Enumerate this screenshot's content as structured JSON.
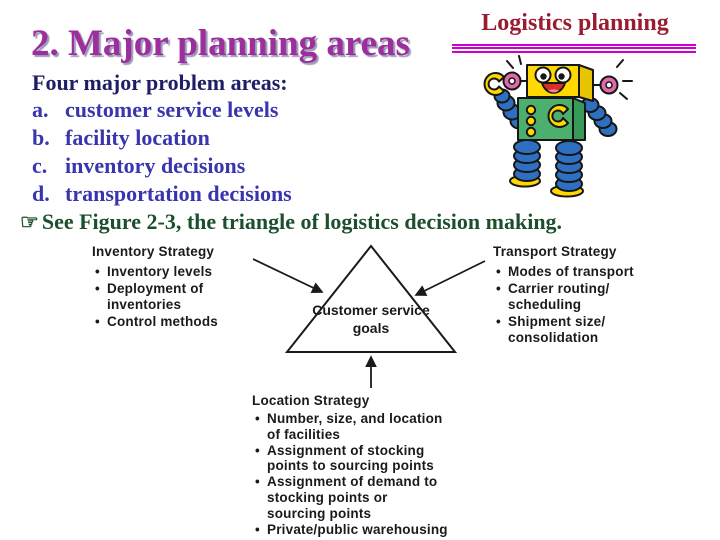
{
  "slide": {
    "title": "2. Major planning areas",
    "corner_title": "Logistics planning"
  },
  "intro": {
    "heading": "Four major problem areas:",
    "items": [
      {
        "label": "a.",
        "text": "customer service levels"
      },
      {
        "label": "b.",
        "text": "facility location"
      },
      {
        "label": "c.",
        "text": "inventory decisions"
      },
      {
        "label": "d.",
        "text": "transportation decisions"
      }
    ],
    "note_icon": "☞",
    "note": "See Figure 2-3, the triangle of logistics decision making."
  },
  "figure": {
    "bullet": "•",
    "triangle_label": "Customer\nservice goals",
    "inventory": {
      "heading": "Inventory Strategy",
      "items": [
        "Inventory levels",
        "Deployment of\ninventories",
        "Control methods"
      ]
    },
    "transport": {
      "heading": "Transport Strategy",
      "items": [
        "Modes of transport",
        "Carrier routing/\nscheduling",
        "Shipment size/\nconsolidation"
      ]
    },
    "location": {
      "heading": "Location Strategy",
      "items": [
        "Number, size, and location\nof facilities",
        "Assignment of stocking\npoints to sourcing points",
        "Assignment of demand to\nstocking points or\nsourcing points",
        "Private/public warehousing"
      ]
    }
  },
  "colors": {
    "title": "#9c2f9c",
    "title_shadow": "#9a9ab8",
    "corner_title": "#9b1b30",
    "rule": "#cc00cc",
    "intro_heading": "#1e1e66",
    "list_items": "#3935ae",
    "note": "#1c4f2c",
    "diagram_ink": "#1a1a1a",
    "mascot": {
      "name": "robot-mascot",
      "head": "#ffd800",
      "body": "#4caf6e",
      "limbs": "#2f6fc1",
      "knobs": "#e06aad",
      "mouth": "#d93025"
    }
  }
}
